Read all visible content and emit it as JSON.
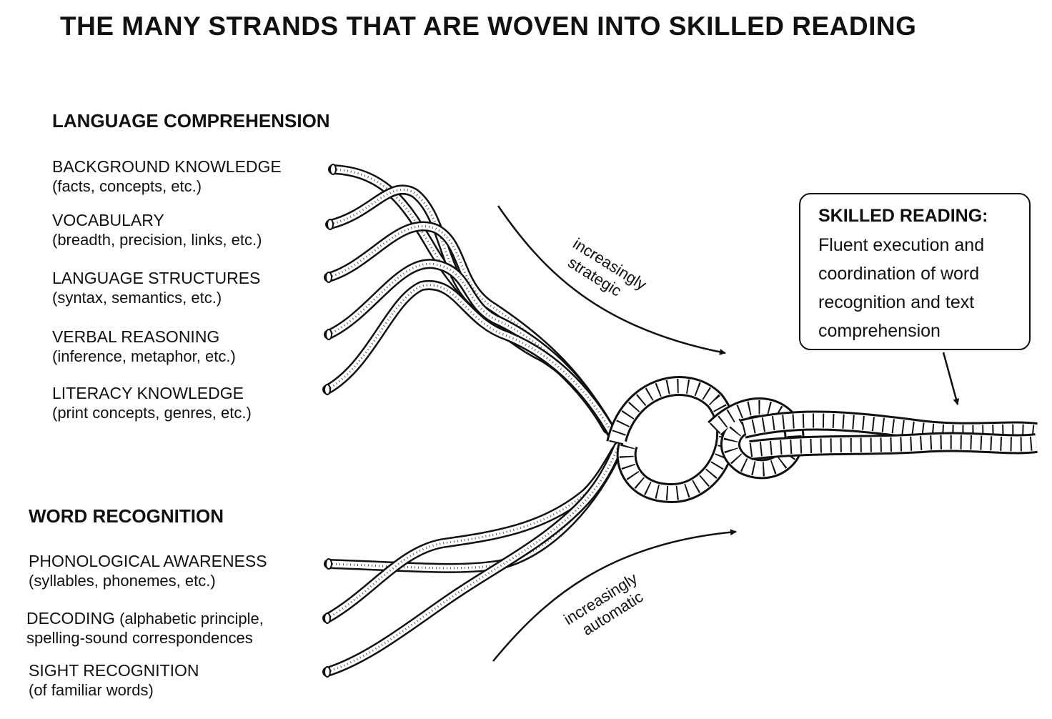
{
  "title": "THE MANY STRANDS THAT ARE WOVEN INTO SKILLED READING",
  "language_comprehension": {
    "heading": "LANGUAGE COMPREHENSION",
    "strands": [
      {
        "name": "BACKGROUND KNOWLEDGE",
        "desc": "(facts, concepts, etc.)"
      },
      {
        "name": "VOCABULARY",
        "desc": "(breadth, precision, links, etc.)"
      },
      {
        "name": "LANGUAGE STRUCTURES",
        "desc": "(syntax, semantics, etc.)"
      },
      {
        "name": "VERBAL REASONING",
        "desc": "(inference, metaphor, etc.)"
      },
      {
        "name": "LITERACY KNOWLEDGE",
        "desc": "(print concepts, genres, etc.)"
      }
    ]
  },
  "word_recognition": {
    "heading": "WORD RECOGNITION",
    "strands": [
      {
        "name": "PHONOLOGICAL AWARENESS",
        "desc": "(syllables, phonemes, etc.)"
      },
      {
        "name": "DECODING",
        "desc": " (alphabetic principle, spelling-sound correspondences"
      },
      {
        "name": "SIGHT RECOGNITION",
        "desc": "(of familiar words)"
      }
    ]
  },
  "arrows": {
    "strategic": [
      "increasingly",
      "strategic"
    ],
    "automatic": [
      "increasingly",
      "automatic"
    ]
  },
  "callout": {
    "heading": "SKILLED READING:",
    "body": "Fluent execution and coordination of word recognition and text comprehension"
  }
}
